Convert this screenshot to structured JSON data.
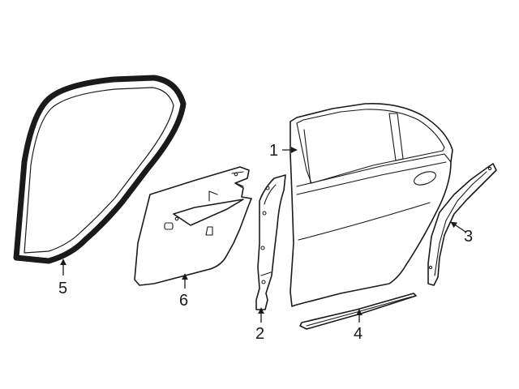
{
  "callouts": {
    "door_shell": "1",
    "trim_panel": "2",
    "rear_strip": "3",
    "sill_strip": "4",
    "weatherstrip": "5",
    "water_shield": "6"
  },
  "colors": {
    "line": "#1a1a1a",
    "background": "#ffffff"
  }
}
